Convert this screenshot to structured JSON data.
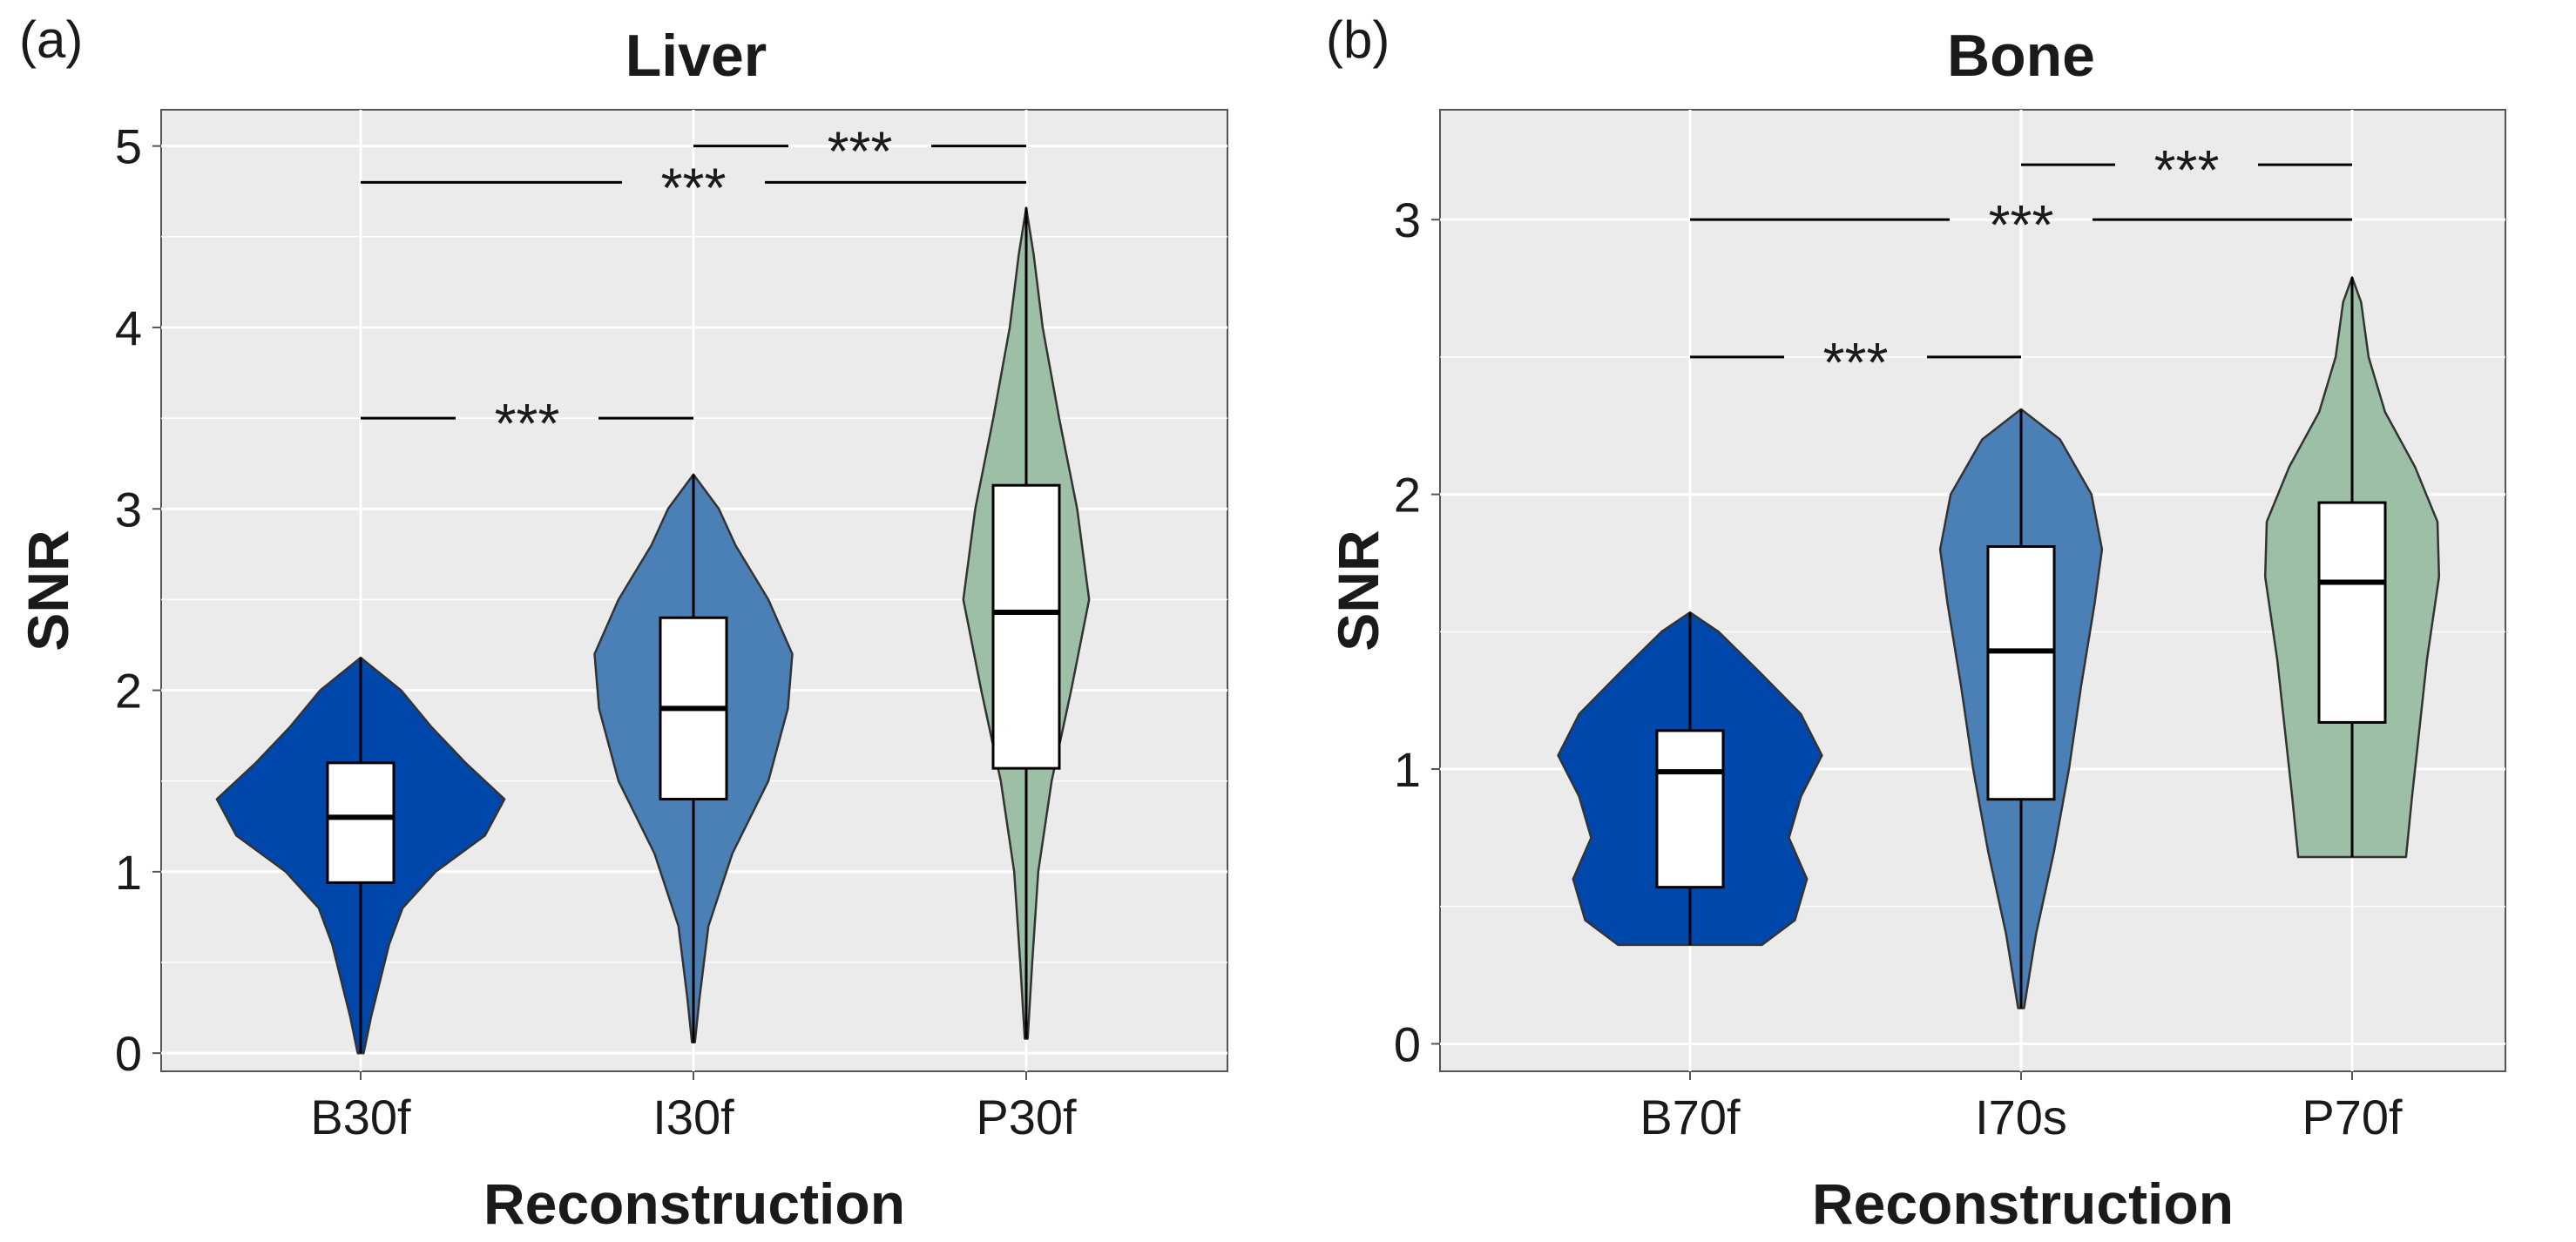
{
  "chart_data": [
    {
      "panel_label": "(a)",
      "type": "violin",
      "title": "Liver",
      "xlabel": "Reconstruction",
      "ylabel": "SNR",
      "ylim": [
        -0.1,
        5.2
      ],
      "yticks": [
        "0",
        "1",
        "2",
        "3",
        "4",
        "5"
      ],
      "ytick_values": [
        0,
        1,
        2,
        3,
        4,
        5
      ],
      "grid": true,
      "legend": "none",
      "categories": [
        "B30f",
        "I30f",
        "P30f"
      ],
      "groups": [
        {
          "category": "B30f",
          "color": "#0047ab",
          "box": {
            "q1": 0.94,
            "median": 1.3,
            "q3": 1.6,
            "min": 0.0,
            "max": 2.18
          },
          "density": [
            [
              0.0,
              0.02
            ],
            [
              0.2,
              0.07
            ],
            [
              0.4,
              0.13
            ],
            [
              0.6,
              0.19
            ],
            [
              0.8,
              0.28
            ],
            [
              1.0,
              0.5
            ],
            [
              1.2,
              0.83
            ],
            [
              1.4,
              0.96
            ],
            [
              1.6,
              0.7
            ],
            [
              1.8,
              0.47
            ],
            [
              2.0,
              0.27
            ],
            [
              2.18,
              0.0
            ]
          ]
        },
        {
          "category": "I30f",
          "color": "#4a80b5",
          "box": {
            "q1": 1.4,
            "median": 1.9,
            "q3": 2.4,
            "min": 0.06,
            "max": 3.19
          },
          "density": [
            [
              0.06,
              0.01
            ],
            [
              0.3,
              0.04
            ],
            [
              0.7,
              0.1
            ],
            [
              1.1,
              0.26
            ],
            [
              1.5,
              0.5
            ],
            [
              1.9,
              0.63
            ],
            [
              2.2,
              0.66
            ],
            [
              2.5,
              0.5
            ],
            [
              2.8,
              0.28
            ],
            [
              3.0,
              0.17
            ],
            [
              3.19,
              0.0
            ]
          ]
        },
        {
          "category": "P30f",
          "color": "#9dbfa6",
          "box": {
            "q1": 1.57,
            "median": 2.43,
            "q3": 3.13,
            "min": 0.08,
            "max": 4.66
          },
          "density": [
            [
              0.08,
              0.01
            ],
            [
              0.5,
              0.04
            ],
            [
              1.0,
              0.08
            ],
            [
              1.5,
              0.17
            ],
            [
              2.0,
              0.3
            ],
            [
              2.5,
              0.42
            ],
            [
              3.0,
              0.34
            ],
            [
              3.5,
              0.22
            ],
            [
              4.0,
              0.11
            ],
            [
              4.4,
              0.05
            ],
            [
              4.66,
              0.0
            ]
          ]
        }
      ],
      "annotations": [
        {
          "text": "***",
          "from": "B30f",
          "to": "I30f",
          "y": 3.5
        },
        {
          "text": "***",
          "from": "B30f",
          "to": "P30f",
          "y": 4.8
        },
        {
          "text": "***",
          "from": "I30f",
          "to": "P30f",
          "y": 5.0
        }
      ]
    },
    {
      "panel_label": "(b)",
      "type": "violin",
      "title": "Bone",
      "xlabel": "Reconstruction",
      "ylabel": "SNR",
      "ylim": [
        -0.1,
        3.4
      ],
      "yticks": [
        "0",
        "1",
        "2",
        "3"
      ],
      "ytick_values": [
        0,
        1,
        2,
        3
      ],
      "grid": true,
      "legend": "none",
      "categories": [
        "B70f",
        "I70s",
        "P70f"
      ],
      "groups": [
        {
          "category": "B70f",
          "color": "#0047ab",
          "box": {
            "q1": 0.57,
            "median": 0.99,
            "q3": 1.14,
            "min": 0.36,
            "max": 1.57
          },
          "density": [
            [
              0.36,
              0.48
            ],
            [
              0.45,
              0.7
            ],
            [
              0.6,
              0.78
            ],
            [
              0.75,
              0.66
            ],
            [
              0.9,
              0.74
            ],
            [
              1.05,
              0.88
            ],
            [
              1.2,
              0.74
            ],
            [
              1.35,
              0.47
            ],
            [
              1.5,
              0.19
            ],
            [
              1.57,
              0.0
            ]
          ]
        },
        {
          "category": "I70s",
          "color": "#4a80b5",
          "box": {
            "q1": 0.89,
            "median": 1.43,
            "q3": 1.81,
            "min": 0.13,
            "max": 2.31
          },
          "density": [
            [
              0.13,
              0.02
            ],
            [
              0.4,
              0.1
            ],
            [
              0.7,
              0.22
            ],
            [
              1.0,
              0.32
            ],
            [
              1.3,
              0.4
            ],
            [
              1.6,
              0.49
            ],
            [
              1.8,
              0.54
            ],
            [
              2.0,
              0.47
            ],
            [
              2.2,
              0.26
            ],
            [
              2.31,
              0.0
            ]
          ]
        },
        {
          "category": "P70f",
          "color": "#9dbfa6",
          "box": {
            "q1": 1.17,
            "median": 1.68,
            "q3": 1.97,
            "min": 0.68,
            "max": 2.79
          },
          "density": [
            [
              0.68,
              0.36
            ],
            [
              0.9,
              0.4
            ],
            [
              1.1,
              0.44
            ],
            [
              1.4,
              0.5
            ],
            [
              1.7,
              0.58
            ],
            [
              1.9,
              0.57
            ],
            [
              2.1,
              0.42
            ],
            [
              2.3,
              0.22
            ],
            [
              2.5,
              0.11
            ],
            [
              2.7,
              0.06
            ],
            [
              2.79,
              0.0
            ]
          ]
        }
      ],
      "annotations": [
        {
          "text": "***",
          "from": "B70f",
          "to": "I70s",
          "y": 2.5
        },
        {
          "text": "***",
          "from": "B70f",
          "to": "P70f",
          "y": 3.0
        },
        {
          "text": "***",
          "from": "I70s",
          "to": "P70f",
          "y": 3.2
        }
      ]
    }
  ]
}
